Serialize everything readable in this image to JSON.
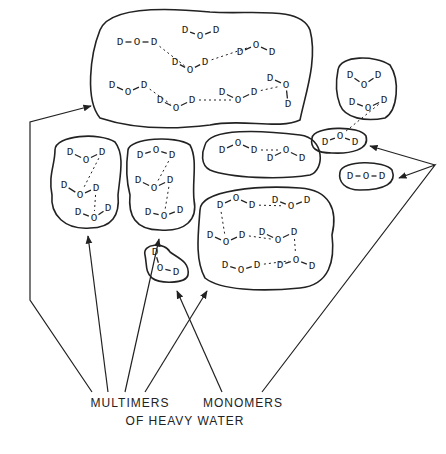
{
  "diagram": {
    "labels": [
      "D",
      "O",
      "D",
      "D",
      "O",
      "D",
      "D",
      "O",
      "D",
      "D",
      "O",
      "D",
      "D",
      "O",
      "D",
      "D",
      "O",
      "D",
      "D",
      "O",
      "D",
      "D",
      "O",
      "D",
      "D",
      "O",
      "D",
      "D",
      "O",
      "D",
      "D",
      "O",
      "D",
      "D",
      "O",
      "D",
      "D",
      "O",
      "D",
      "D",
      "O",
      "D",
      "D",
      "O",
      "D",
      "D",
      "O",
      "D",
      "D",
      "O",
      "D",
      "D",
      "O",
      "D",
      "D",
      "O",
      "D",
      "D",
      "O",
      "D",
      "D",
      "O",
      "D",
      "D",
      "O",
      "D",
      "D",
      "O",
      "D",
      "D",
      "O",
      "D",
      "D",
      "O",
      "D",
      "D",
      "O",
      "D",
      "D",
      "O",
      "D",
      "MULTIMERS",
      "MONOMERS",
      "OF HEAVY WATER"
    ]
  }
}
